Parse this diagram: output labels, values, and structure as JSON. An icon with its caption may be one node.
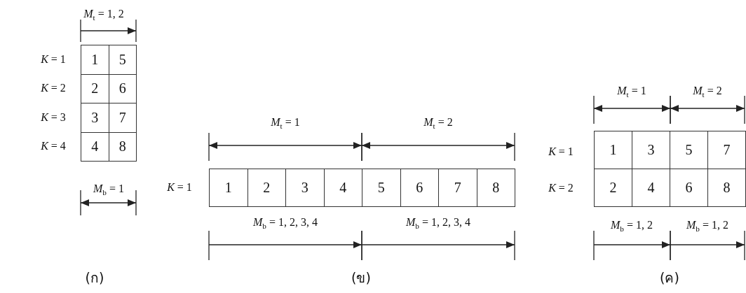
{
  "diagram": {
    "labels": [
      "*M*$_{t}$ = 1, 2",
      "*K* = 1",
      "1",
      "5",
      "*K* = 2",
      "2",
      "6",
      "*K* = 3",
      "3",
      "7",
      "*K* = 4",
      "4",
      "8",
      "*M*$_{b}$ = 1",
      "*M*$_{t}$ = 1",
      "*M*$_{t}$ = 2",
      "*K* = 1",
      "1",
      "2",
      "3",
      "4",
      "5",
      "6",
      "7",
      "8",
      "*M*$_{b}$ = 1, 2, 3, 4",
      "*M*$_{b}$ = 1, 2, 3, 4",
      "*M*$_{t}$ = 1",
      "*M*$_{t}$ = 2",
      "*K* = 1",
      "1",
      "3",
      "5",
      "7",
      "*K* = 2",
      "2",
      "4",
      "6",
      "8",
      "*M*$_{b}$ = 1, 2",
      "*M*$_{b}$ = 1, 2",
      "(ก)",
      "(ข)",
      "(ค)"
    ]
  }
}
